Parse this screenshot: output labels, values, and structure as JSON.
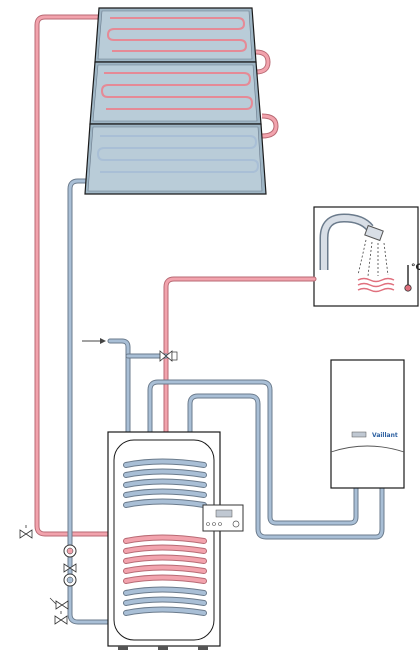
{
  "diagram": {
    "components": [
      {
        "id": "solar-collector-top",
        "type": "solar-collector"
      },
      {
        "id": "solar-collector-middle",
        "type": "solar-collector"
      },
      {
        "id": "solar-collector-bottom",
        "type": "solar-collector"
      },
      {
        "id": "hot-water-tap",
        "type": "tap"
      },
      {
        "id": "wall-boiler",
        "type": "boiler"
      },
      {
        "id": "storage-tank",
        "type": "bivalent-cylinder"
      },
      {
        "id": "tank-controller",
        "type": "controller"
      },
      {
        "id": "pump-station",
        "type": "pump-group"
      }
    ],
    "labels": {
      "temperature_unit": "°C",
      "boiler_brand": "Vaillant"
    },
    "colors": {
      "hot_pipe": "#e58a96",
      "cold_pipe": "#8fa9c8",
      "pipe_outline": "#6b7b8c",
      "collector_glass": "#9fb6c5",
      "outline": "#1a1a1a"
    }
  }
}
